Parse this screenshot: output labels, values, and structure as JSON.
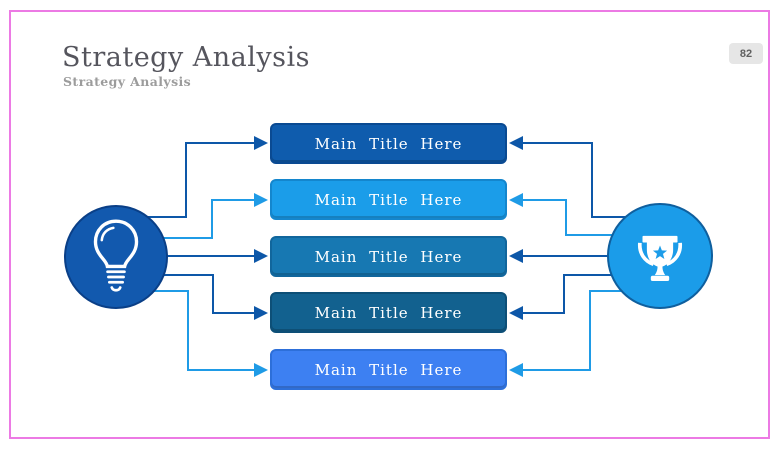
{
  "slide": {
    "title": "Strategy Analysis",
    "subtitle": "Strategy Analysis",
    "page_number": "82",
    "border_color": "#ec7ae4",
    "background": "#ffffff"
  },
  "diagram": {
    "bars": [
      {
        "label": "Main Title Here",
        "bg": "#0f5cad",
        "border": "#0a4a92"
      },
      {
        "label": "Main Title Here",
        "bg": "#1b9de9",
        "border": "#1486cd"
      },
      {
        "label": "Main Title Here",
        "bg": "#1778b2",
        "border": "#11669c"
      },
      {
        "label": "Main Title Here",
        "bg": "#12618f",
        "border": "#0d4f77"
      },
      {
        "label": "Main Title Here",
        "bg": "#3d80f2",
        "border": "#2d6fd9"
      }
    ],
    "left_circle": {
      "icon": "lightbulb-icon",
      "bg": "#1259ae",
      "border": "#0a3f87",
      "icon_color": "#ffffff"
    },
    "right_circle": {
      "icon": "trophy-icon",
      "bg": "#1b9ce9",
      "border": "#0f5f9e",
      "icon_color": "#ffffff"
    },
    "connector_colors": {
      "dark": "#0d57a8",
      "light": "#1f9be6"
    }
  }
}
